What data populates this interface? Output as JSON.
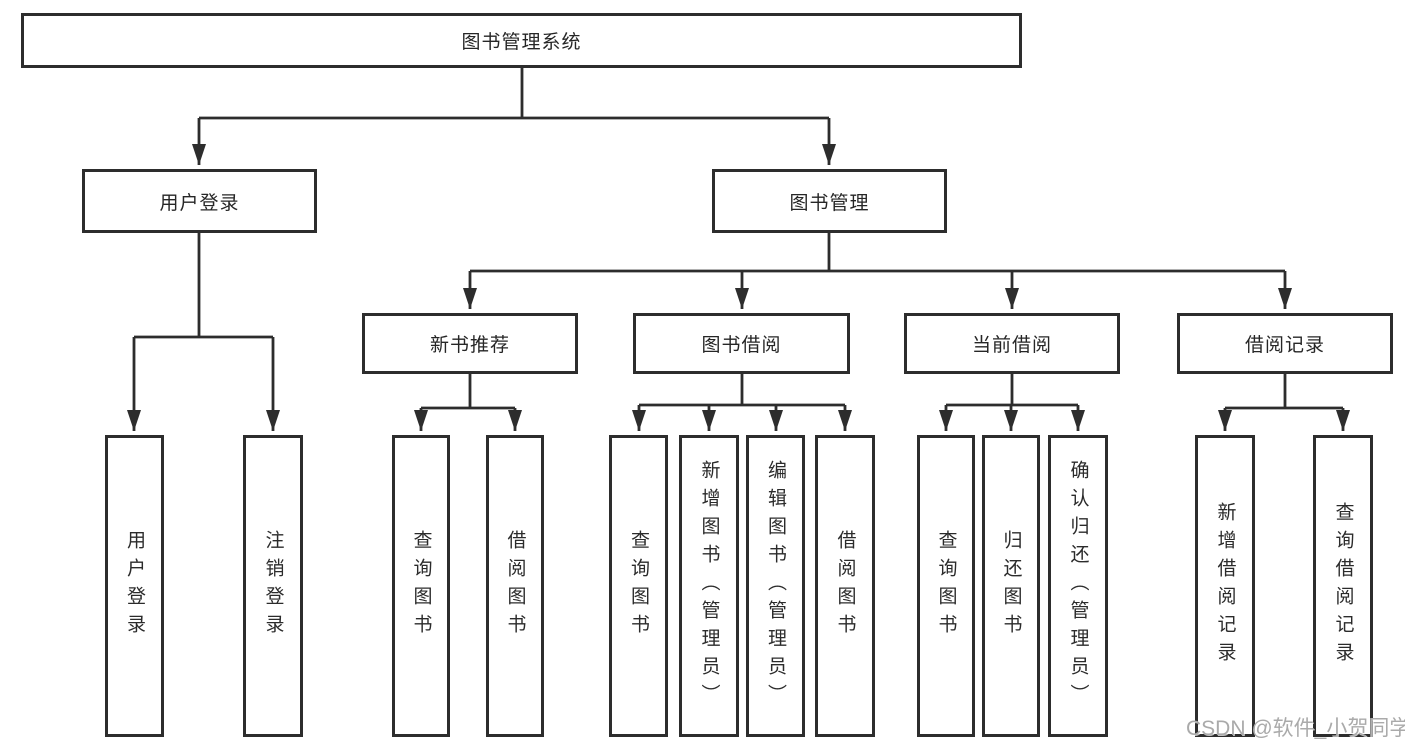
{
  "diagram": {
    "type": "hierarchy-tree",
    "tree": {
      "label": "图书管理系统",
      "children": [
        {
          "label": "用户登录",
          "children": [
            {
              "label": "用户登录"
            },
            {
              "label": "注销登录"
            }
          ]
        },
        {
          "label": "图书管理",
          "children": [
            {
              "label": "新书推荐",
              "children": [
                {
                  "label": "查询图书"
                },
                {
                  "label": "借阅图书"
                }
              ]
            },
            {
              "label": "图书借阅",
              "children": [
                {
                  "label": "查询图书"
                },
                {
                  "label": "新增图书（管理员）"
                },
                {
                  "label": "编辑图书（管理员）"
                },
                {
                  "label": "借阅图书"
                }
              ]
            },
            {
              "label": "当前借阅",
              "children": [
                {
                  "label": "查询图书"
                },
                {
                  "label": "归还图书"
                },
                {
                  "label": "确认归还（管理员）"
                }
              ]
            },
            {
              "label": "借阅记录",
              "children": [
                {
                  "label": "新增借阅记录"
                },
                {
                  "label": "查询借阅记录"
                }
              ]
            }
          ]
        }
      ]
    },
    "colors": {
      "line": "#2d2d2d",
      "box_border": "#2d2d2d",
      "text": "#262626",
      "background": "#ffffff",
      "watermark": "#aaaaaa"
    }
  },
  "watermark": {
    "text": "CSDN @软件_小贺同学"
  }
}
